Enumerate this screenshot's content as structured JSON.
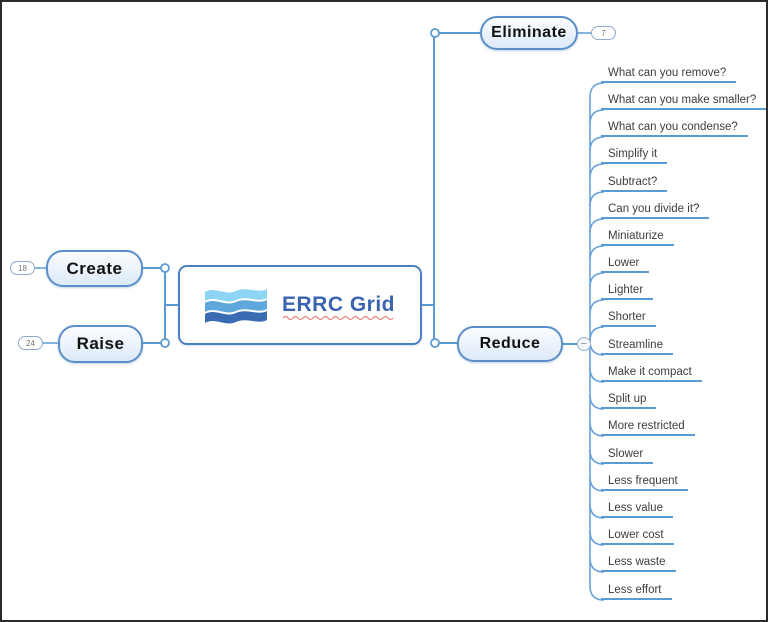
{
  "central": {
    "title": "ERRC Grid",
    "logo_icon": "waves-logo"
  },
  "branches": {
    "eliminate": {
      "label": "Eliminate",
      "badge": "7"
    },
    "reduce": {
      "label": "Reduce",
      "collapse_glyph": "−"
    },
    "create": {
      "label": "Create",
      "badge": "18"
    },
    "raise": {
      "label": "Raise",
      "badge": "24"
    }
  },
  "subtopics": [
    "What can you remove?",
    "What can you make smaller?",
    "What can you condense?",
    "Simplify it",
    "Subtract?",
    "Can you divide it?",
    "Miniaturize",
    "Lower",
    "Lighter",
    "Shorter",
    "Streamline",
    "Make it compact",
    "Split up",
    "More restricted",
    "Slower",
    "Less frequent",
    "Less value",
    "Lower cost",
    "Less waste",
    "Less effort"
  ],
  "colors": {
    "connector": "#5b9bd5",
    "node_border": "#5b8fc9",
    "central_border": "#4a7fc1",
    "central_text": "#3b64b0",
    "subtopic_underline": "#5b9bd5",
    "squiggle": "#e8837c",
    "wave_light": "#8ed4f4",
    "wave_mid": "#5fa8dc",
    "wave_dark": "#3a6cb4"
  }
}
